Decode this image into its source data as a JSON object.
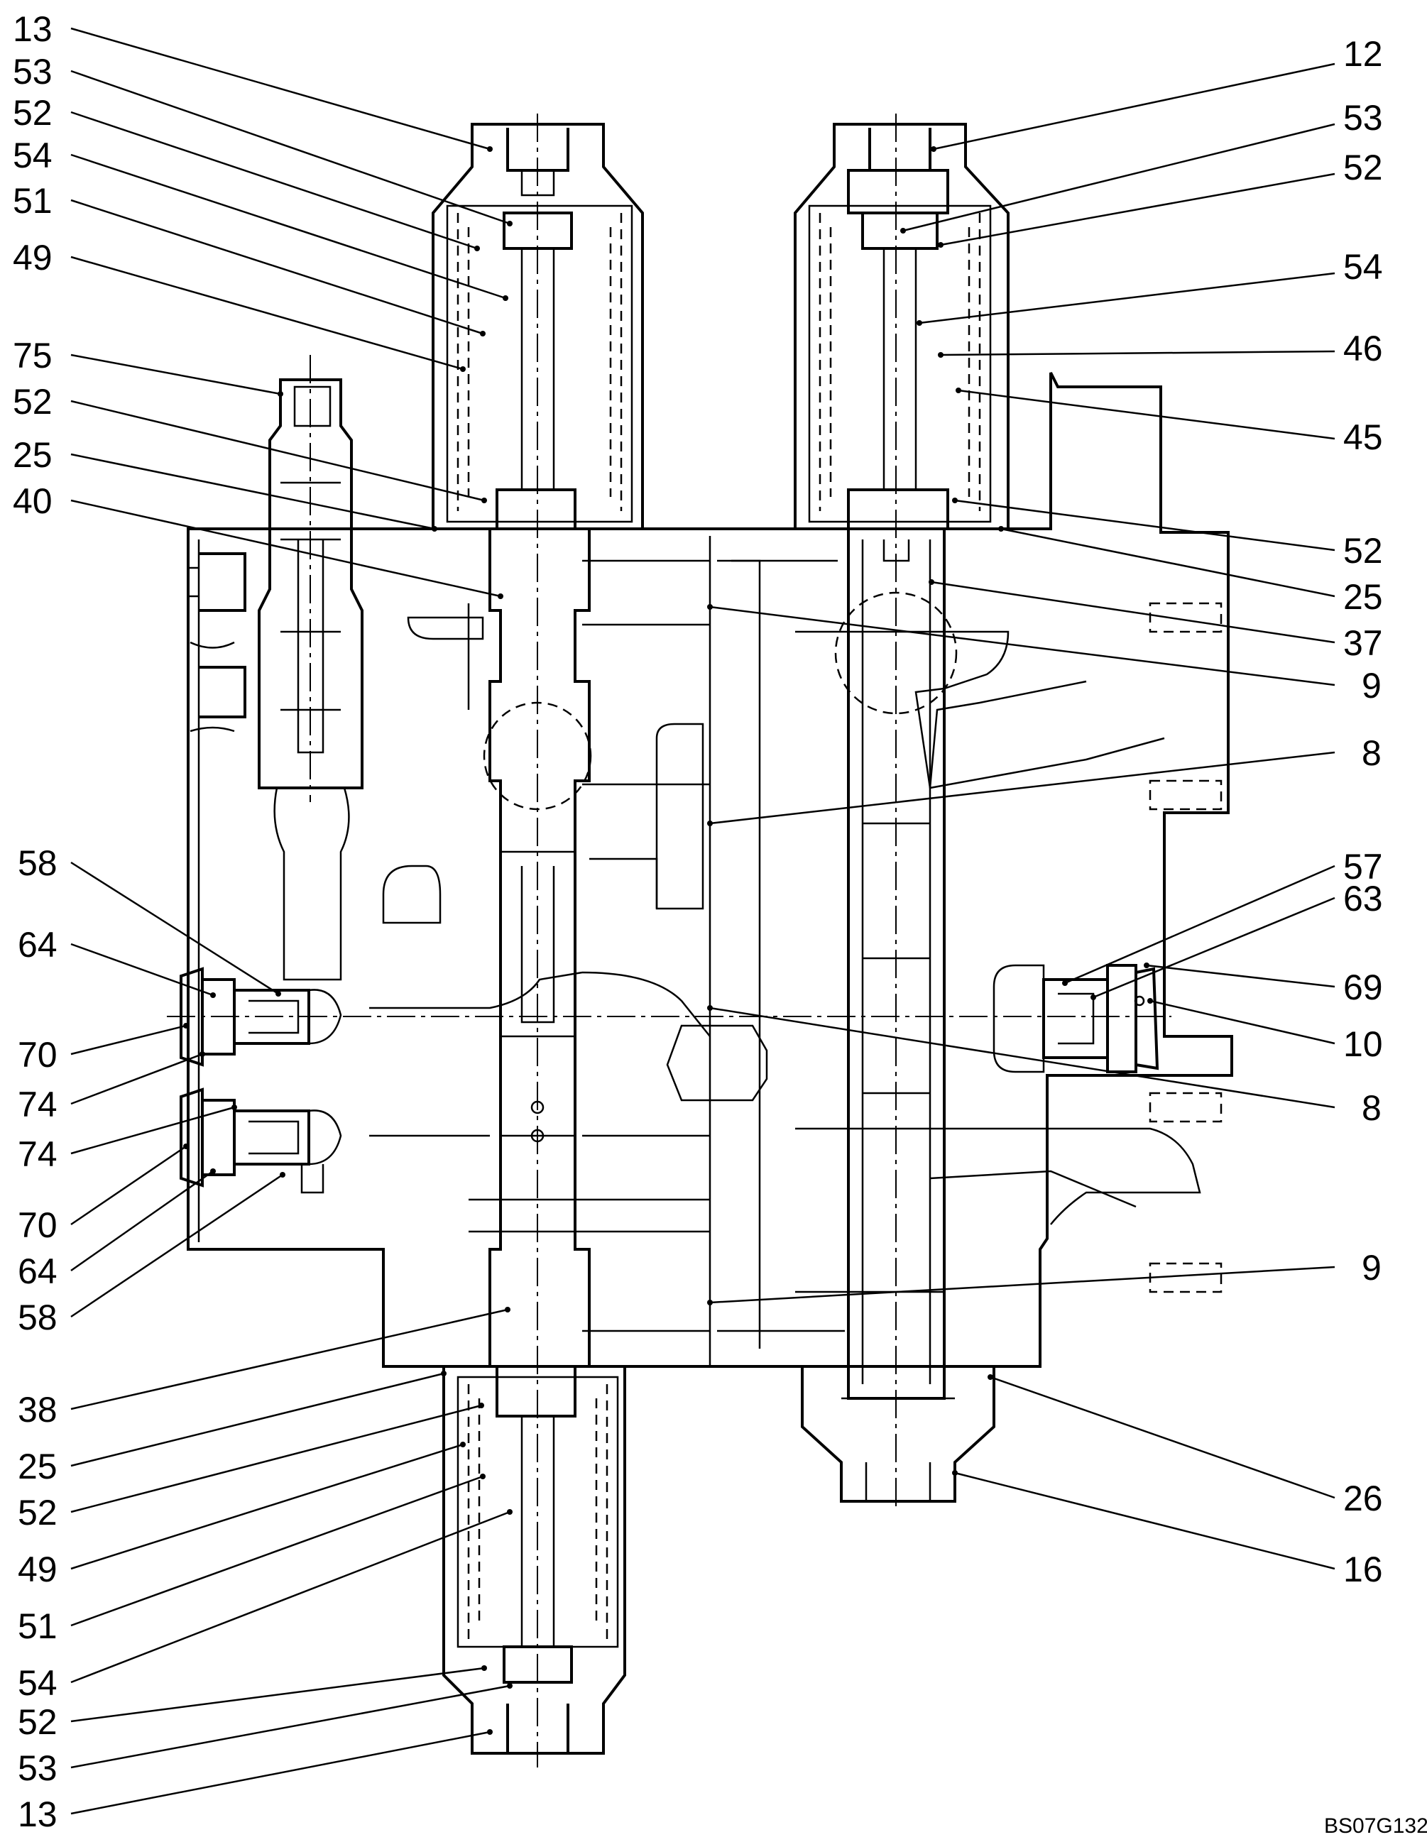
{
  "figure_code": "BS07G132",
  "callouts": [
    {
      "label": "13"
    },
    {
      "label": "53"
    },
    {
      "label": "52"
    },
    {
      "label": "54"
    },
    {
      "label": "51"
    },
    {
      "label": "49"
    },
    {
      "label": "75"
    },
    {
      "label": "52"
    },
    {
      "label": "25"
    },
    {
      "label": "40"
    },
    {
      "label": "58"
    },
    {
      "label": "64"
    },
    {
      "label": "70"
    },
    {
      "label": "74"
    },
    {
      "label": "74"
    },
    {
      "label": "70"
    },
    {
      "label": "64"
    },
    {
      "label": "58"
    },
    {
      "label": "38"
    },
    {
      "label": "25"
    },
    {
      "label": "52"
    },
    {
      "label": "49"
    },
    {
      "label": "51"
    },
    {
      "label": "54"
    },
    {
      "label": "52"
    },
    {
      "label": "53"
    },
    {
      "label": "13"
    },
    {
      "label": "12"
    },
    {
      "label": "53"
    },
    {
      "label": "52"
    },
    {
      "label": "54"
    },
    {
      "label": "46"
    },
    {
      "label": "45"
    },
    {
      "label": "52"
    },
    {
      "label": "25"
    },
    {
      "label": "37"
    },
    {
      "label": "9"
    },
    {
      "label": "8"
    },
    {
      "label": "57"
    },
    {
      "label": "63"
    },
    {
      "label": "69"
    },
    {
      "label": "10"
    },
    {
      "label": "8"
    },
    {
      "label": "9"
    },
    {
      "label": "26"
    },
    {
      "label": "16"
    }
  ]
}
